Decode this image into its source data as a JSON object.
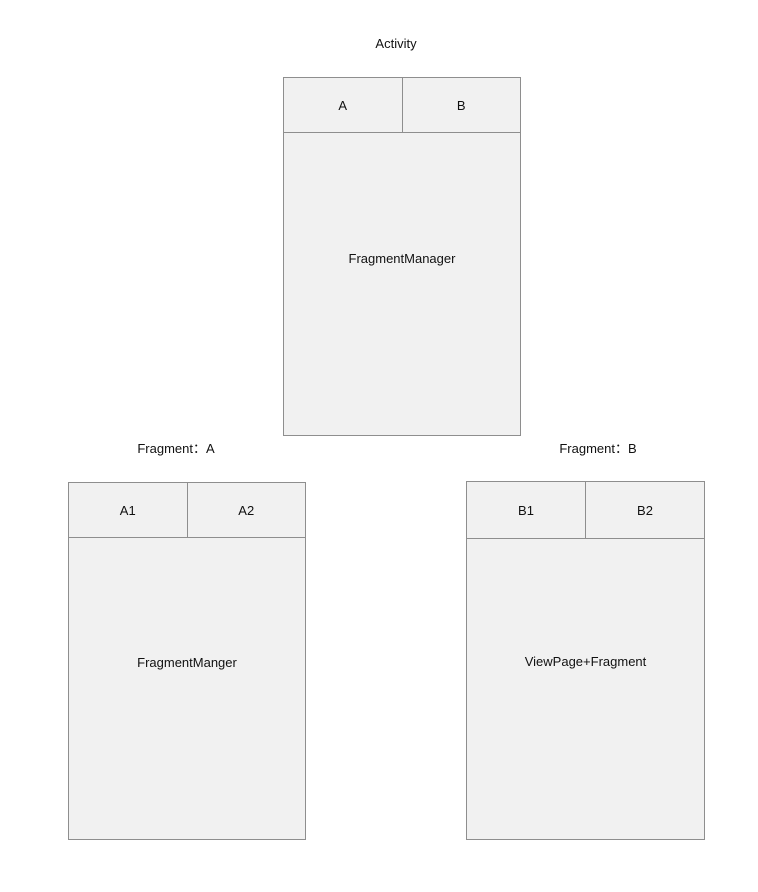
{
  "activity": {
    "caption": "Activity",
    "tabs": [
      "A",
      "B"
    ],
    "body_label": "FragmentManager"
  },
  "fragment_a": {
    "caption": "Fragment：A",
    "tabs": [
      "A1",
      "A2"
    ],
    "body_label": "FragmentManger"
  },
  "fragment_b": {
    "caption": "Fragment：B",
    "tabs": [
      "B1",
      "B2"
    ],
    "body_label": "ViewPage+Fragment"
  }
}
